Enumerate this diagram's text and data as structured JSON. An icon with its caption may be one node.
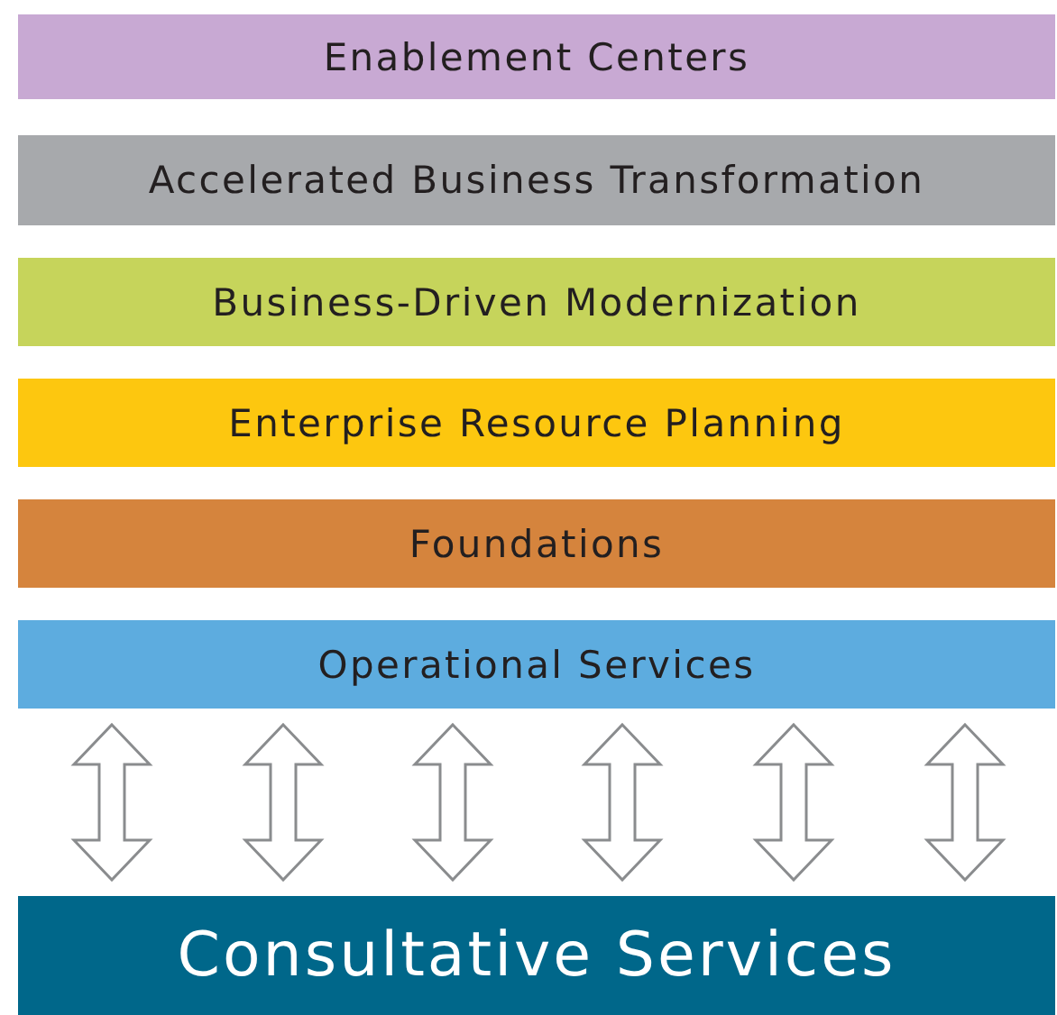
{
  "diagram": {
    "nodes": [
      {
        "text": [
          "Enablement Centers"
        ]
      },
      {
        "text": [
          "Accelerated Business Transformation"
        ]
      },
      {
        "text": [
          "Business-Driven Modernization"
        ]
      },
      {
        "text": [
          "Enterprise Resource Planning"
        ]
      },
      {
        "text": [
          "Foundations"
        ]
      },
      {
        "text": [
          "Operational Services"
        ]
      },
      {
        "text": [
          "Consultative Services"
        ]
      }
    ],
    "edges": [
      {
        "from": 5,
        "to": 6,
        "arrow": "both"
      },
      {
        "from": 5,
        "to": 6,
        "arrow": "both"
      },
      {
        "from": 5,
        "to": 6,
        "arrow": "both"
      },
      {
        "from": 5,
        "to": 6,
        "arrow": "both"
      },
      {
        "from": 5,
        "to": 6,
        "arrow": "both"
      },
      {
        "from": 5,
        "to": 6,
        "arrow": "both"
      }
    ]
  }
}
